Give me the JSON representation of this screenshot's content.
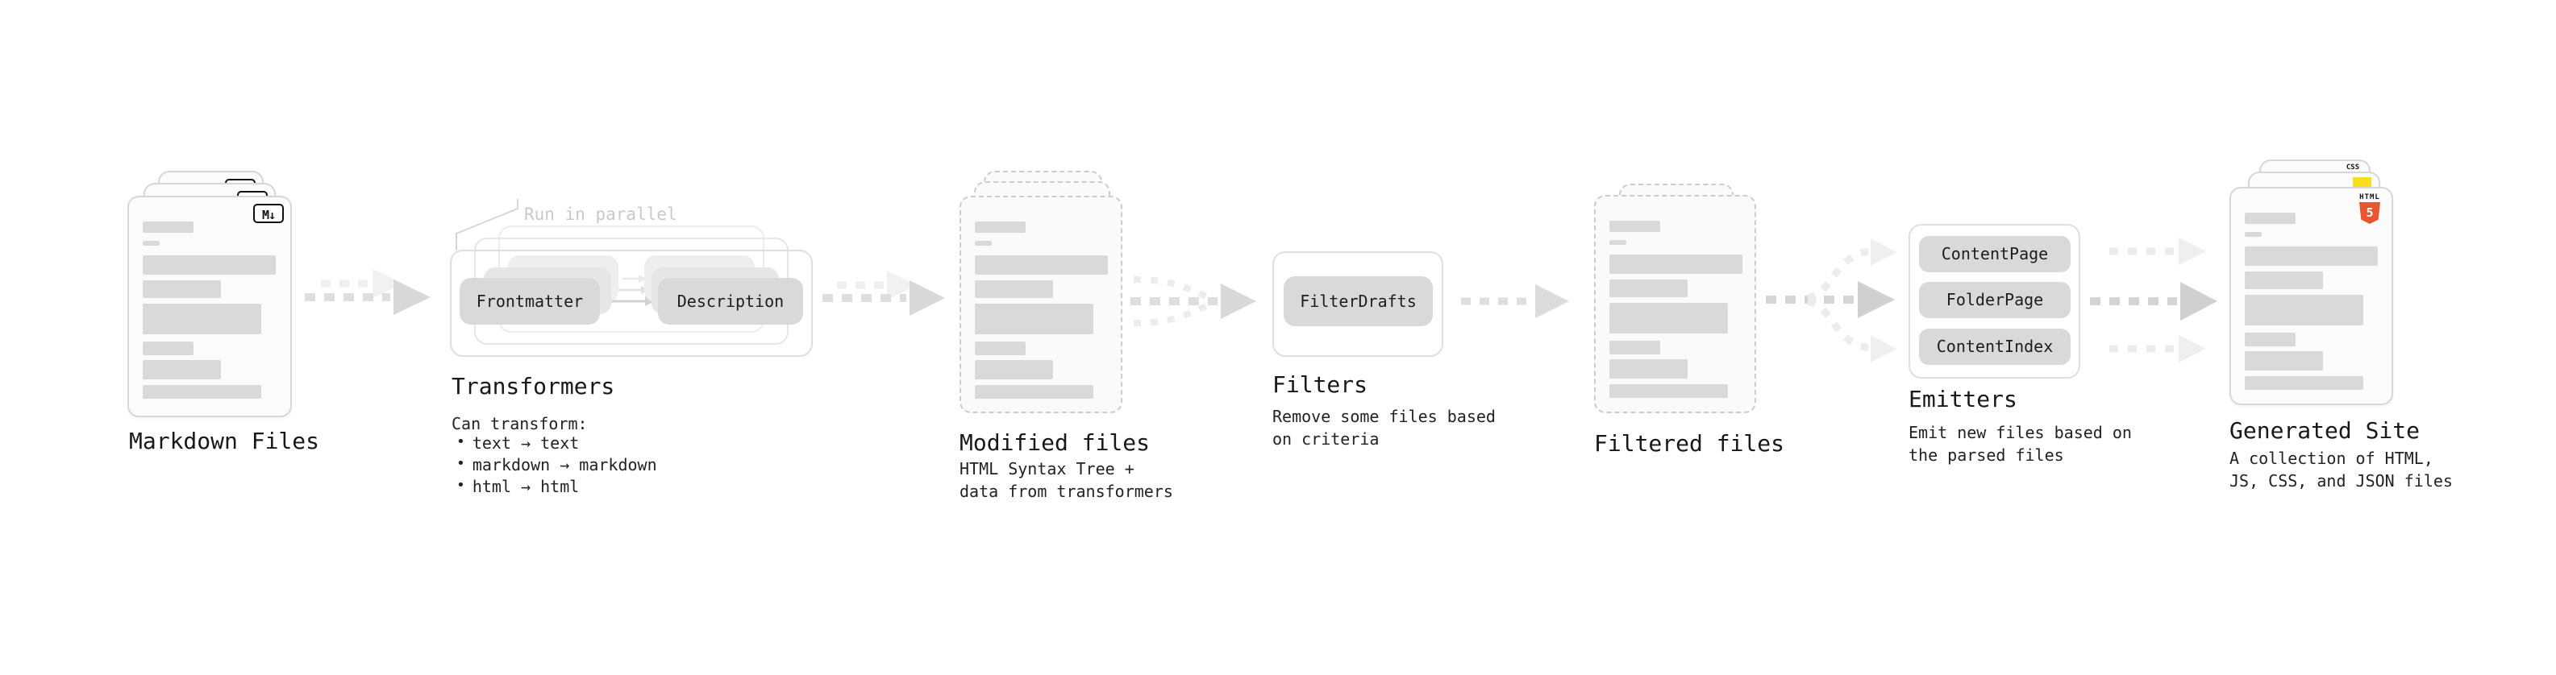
{
  "stages": {
    "markdown_files": {
      "title": "Markdown Files",
      "icon_label": "M↓"
    },
    "transformers": {
      "note": "Run in parallel",
      "pill_left": "Frontmatter",
      "pill_right": "Description",
      "title": "Transformers",
      "subtitle": "Can transform:",
      "bullet_char": "•",
      "bullets": [
        "text → text",
        "markdown → markdown",
        "html → html"
      ]
    },
    "modified_files": {
      "title": "Modified files",
      "subtitle_line1": "HTML Syntax Tree +",
      "subtitle_line2": "data from transformers"
    },
    "filters": {
      "title": "Filters",
      "pill": "FilterDrafts",
      "subtitle_line1": "Remove some files based",
      "subtitle_line2": "on criteria"
    },
    "filtered_files": {
      "title": "Filtered files"
    },
    "emitters": {
      "title": "Emitters",
      "pills": [
        "ContentPage",
        "FolderPage",
        "ContentIndex"
      ],
      "subtitle_line1": "Emit new files based on",
      "subtitle_line2": "the parsed files"
    },
    "generated_site": {
      "title": "Generated Site",
      "subtitle_line1": "A collection of HTML,",
      "subtitle_line2": "JS, CSS, and JSON files",
      "html5_label": "HTML",
      "html5_number": "5",
      "css_label": "CSS"
    }
  },
  "colors": {
    "html5_orange": "#E8552F",
    "js_yellow": "#F7DE1E",
    "css_blue": "#2962EF",
    "card_border": "#d7d7d7",
    "pill_gray": "#d9d9d9",
    "arrow_gray": "#dedede",
    "faint_gray": "#efefef"
  }
}
